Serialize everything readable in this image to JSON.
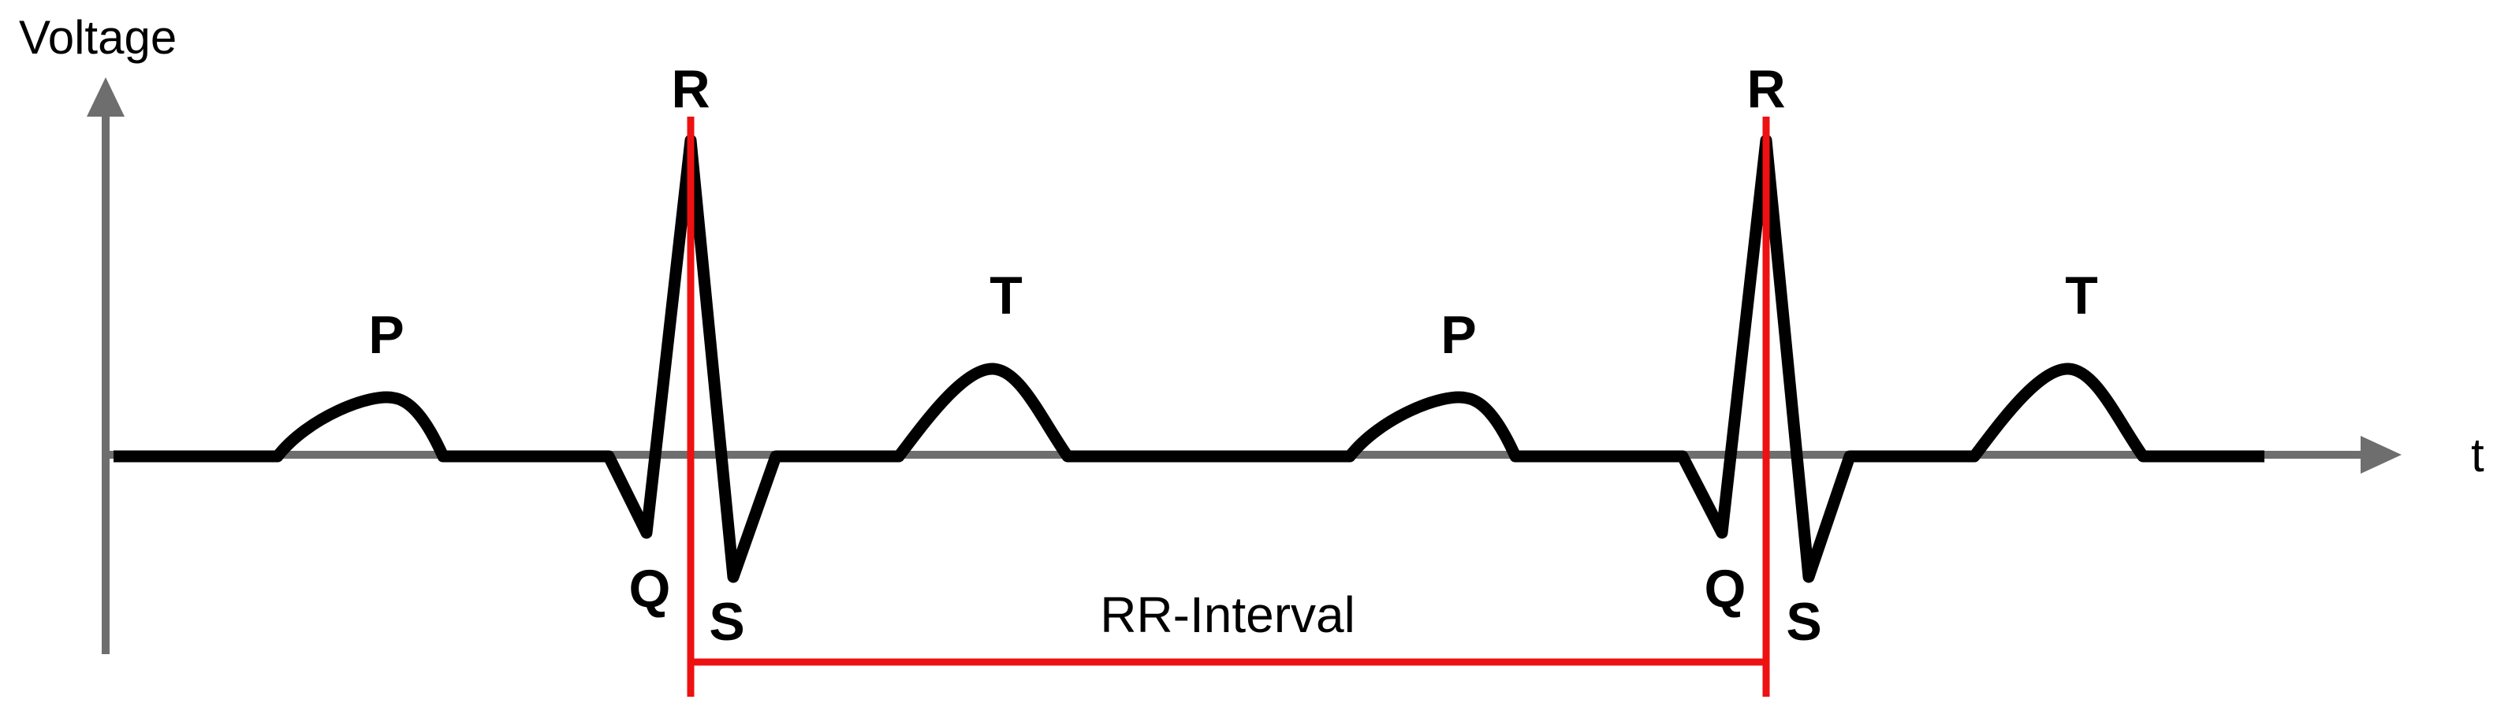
{
  "axes": {
    "y_label": "Voltage",
    "x_label": "t"
  },
  "beats": [
    {
      "p": "P",
      "q": "Q",
      "r": "R",
      "s": "S",
      "t": "T"
    },
    {
      "p": "P",
      "q": "Q",
      "r": "R",
      "s": "S",
      "t": "T"
    }
  ],
  "interval": {
    "label": "RR-Interval"
  },
  "colors": {
    "waveform": "#000000",
    "axis": "#6e6e6e",
    "interval": "#ee1111"
  }
}
